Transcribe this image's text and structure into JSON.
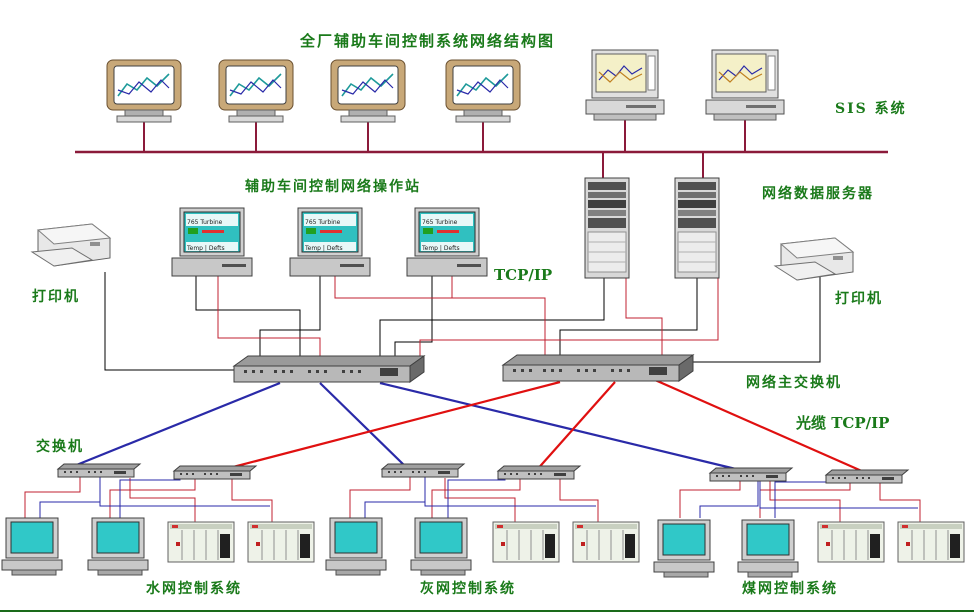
{
  "title": "全厂辅助车间控制系统网络结构图",
  "labels": {
    "sis": "SIS 系统",
    "operator_stations": "辅助车间控制网络操作站",
    "data_servers": "网络数据服务器",
    "tcpip": "TCP/IP",
    "printer_left": "打印机",
    "printer_right": "打印机",
    "main_switch": "网络主交换机",
    "fiber_tcpip": "光缆 TCP/IP",
    "switch": "交换机",
    "water_system": "水网控制系统",
    "ash_system": "灰网控制系统",
    "coal_system": "煤网控制系统"
  },
  "screen_texts": {
    "station_line1": "765 Turbine",
    "station_line2": "Temp | Defts"
  },
  "colors": {
    "bus": "#8b1a3a",
    "blue_link": "#2a2aa8",
    "red_link": "#e01010",
    "label_green": "#1a7a1a",
    "black_link": "#000000"
  }
}
